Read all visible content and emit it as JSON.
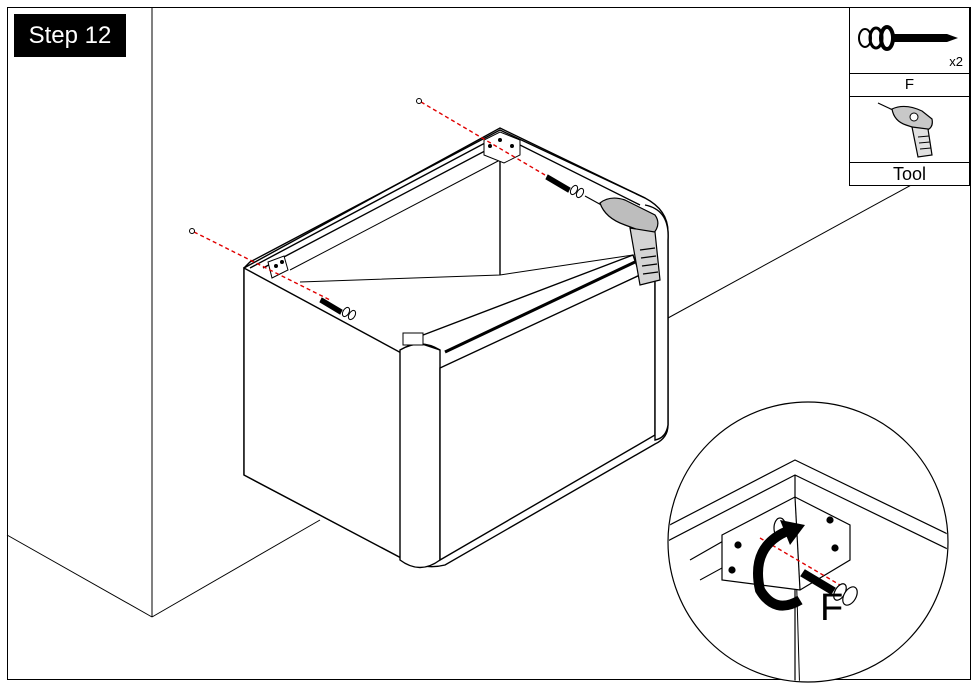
{
  "step_label": "Step 12",
  "parts": {
    "hardware_letter": "F",
    "quantity": "x2",
    "tool_label": "Tool"
  },
  "callout": {
    "part_letter": "F"
  },
  "icons": [
    "screw-washer-icon",
    "drill-icon",
    "rotation-arrow-icon"
  ]
}
